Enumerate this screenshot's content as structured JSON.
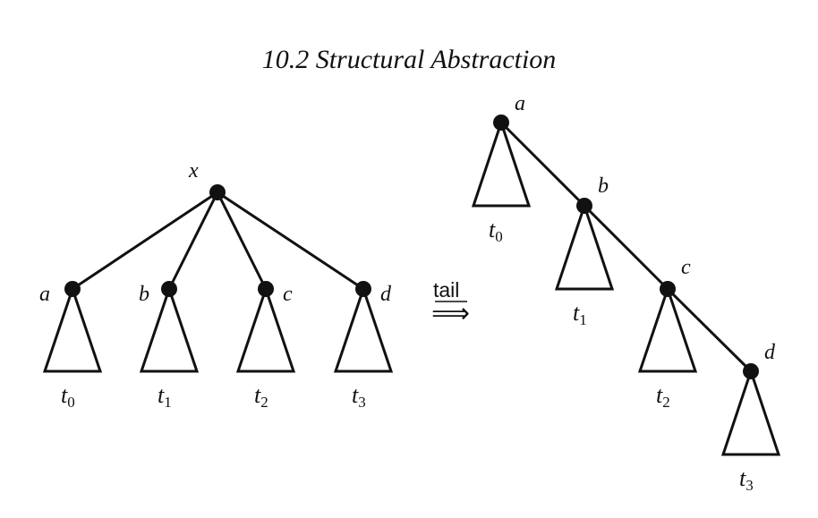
{
  "heading": "10.2  Structural Abstraction",
  "arrow_label": "tail",
  "arrow_symbol": "⟹",
  "left_tree": {
    "root": "x",
    "children": [
      {
        "node": "a",
        "subtree": "t",
        "index": "0"
      },
      {
        "node": "b",
        "subtree": "t",
        "index": "1"
      },
      {
        "node": "c",
        "subtree": "t",
        "index": "2"
      },
      {
        "node": "d",
        "subtree": "t",
        "index": "3"
      }
    ]
  },
  "right_tree": {
    "chain": [
      {
        "node": "a",
        "subtree": "t",
        "index": "0"
      },
      {
        "node": "b",
        "subtree": "t",
        "index": "1"
      },
      {
        "node": "c",
        "subtree": "t",
        "index": "2"
      },
      {
        "node": "d",
        "subtree": "t",
        "index": "3"
      }
    ]
  }
}
